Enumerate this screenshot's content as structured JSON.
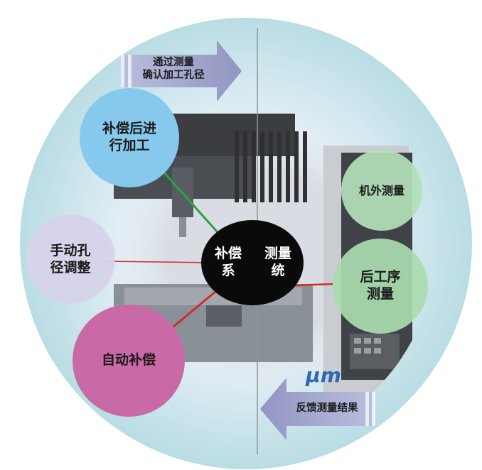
{
  "top_arrow": {
    "label": "通过测量\n确认加工孔径"
  },
  "bottom_arrow": {
    "label": "反馈测量结果"
  },
  "center": {
    "left_label": "补偿\n系",
    "right_label": "测量\n统"
  },
  "nodes": {
    "compensate_then_machine": "补偿后进\n行加工",
    "manual_adjust": "手动孔\n径调整",
    "auto_compensate": "自动补偿",
    "offline_measure": "机外测量",
    "post_process_measure": "后工序\n测量"
  },
  "unit_label": "μm",
  "colors": {
    "halo": "#bfe0e6",
    "blue_node": "#86c9ec",
    "lavender_node": "#d6d3ea",
    "magenta_node": "#c96aa6",
    "green_node": "#a9dcb0",
    "center": "#0a0a0a",
    "green_line": "#27a33f",
    "red_line": "#d22a2a",
    "arrow_fill": "#9da0c6"
  }
}
